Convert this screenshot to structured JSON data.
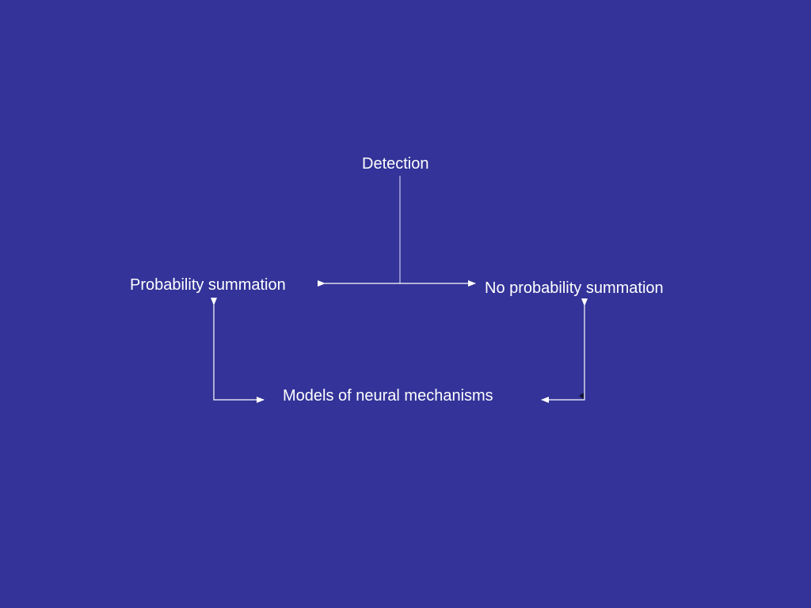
{
  "diagram": {
    "nodes": {
      "detection": "Detection",
      "probability_summation": "Probability summation",
      "no_probability_summation": "No probability summation",
      "models": "Models of neural mechanisms"
    },
    "colors": {
      "background": "#333399",
      "text": "#ffffff",
      "stem": "#c8c8e8",
      "arrow": "#ffffff"
    }
  }
}
